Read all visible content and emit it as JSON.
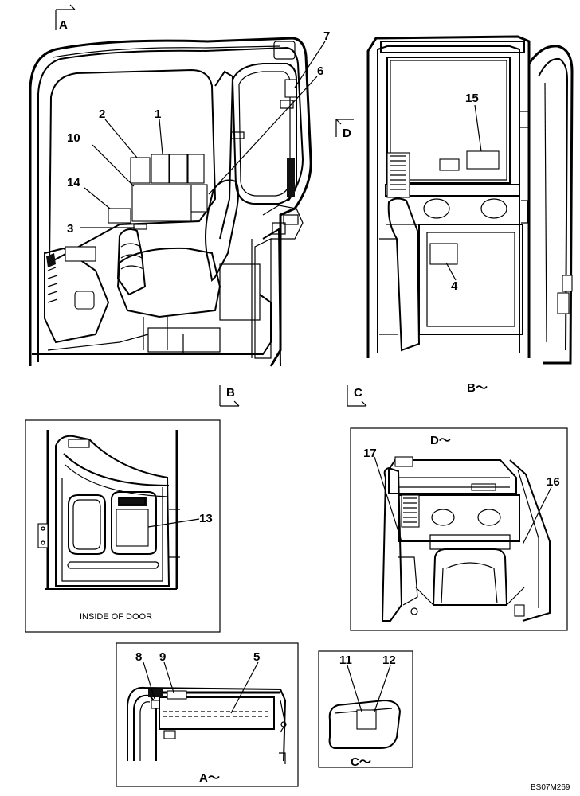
{
  "view_labels": {
    "a_marker": "A",
    "b_marker": "B",
    "c_marker": "C",
    "d_marker": "D",
    "b_view": "B～",
    "d_view": "D～",
    "a_view": "A～",
    "c_view": "C～"
  },
  "door_caption": "INSIDE OF DOOR",
  "reference_code": "BS07M269",
  "callouts": {
    "n1": "1",
    "n2": "2",
    "n3": "3",
    "n4": "4",
    "n5": "5",
    "n6": "6",
    "n7": "7",
    "n8": "8",
    "n9": "9",
    "n10": "10",
    "n11": "11",
    "n12": "12",
    "n13": "13",
    "n14": "14",
    "n15": "15",
    "n16": "16",
    "n17": "17"
  }
}
